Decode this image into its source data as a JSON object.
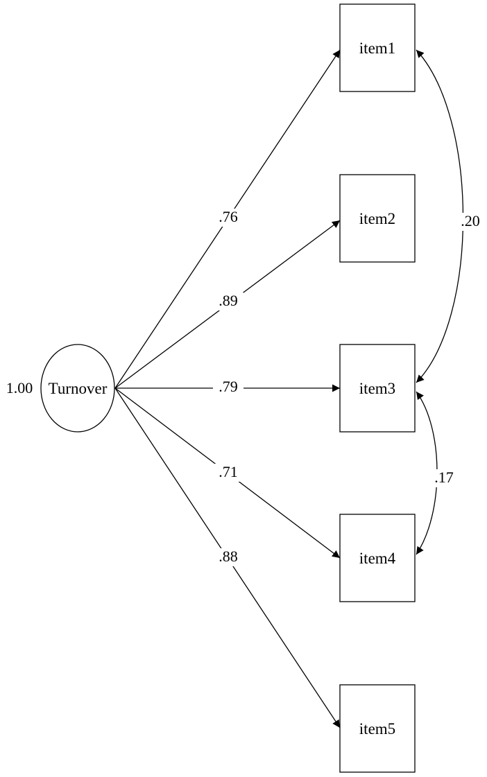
{
  "diagram": {
    "type": "path-diagram",
    "latent": {
      "id": "turnover",
      "label": "Turnover",
      "variance": "1.00"
    },
    "indicators": [
      {
        "id": "item1",
        "label": "item1"
      },
      {
        "id": "item2",
        "label": "item2"
      },
      {
        "id": "item3",
        "label": "item3"
      },
      {
        "id": "item4",
        "label": "item4"
      },
      {
        "id": "item5",
        "label": "item5"
      }
    ],
    "loadings": [
      {
        "from": "turnover",
        "to": "item1",
        "label": ".76"
      },
      {
        "from": "turnover",
        "to": "item2",
        "label": ".89"
      },
      {
        "from": "turnover",
        "to": "item3",
        "label": ".79"
      },
      {
        "from": "turnover",
        "to": "item4",
        "label": ".71"
      },
      {
        "from": "turnover",
        "to": "item5",
        "label": ".88"
      }
    ],
    "covariances": [
      {
        "between": [
          "item1",
          "item3"
        ],
        "label": ".20"
      },
      {
        "between": [
          "item3",
          "item4"
        ],
        "label": ".17"
      }
    ],
    "colors": {
      "stroke": "#000000",
      "background": "#ffffff"
    }
  }
}
